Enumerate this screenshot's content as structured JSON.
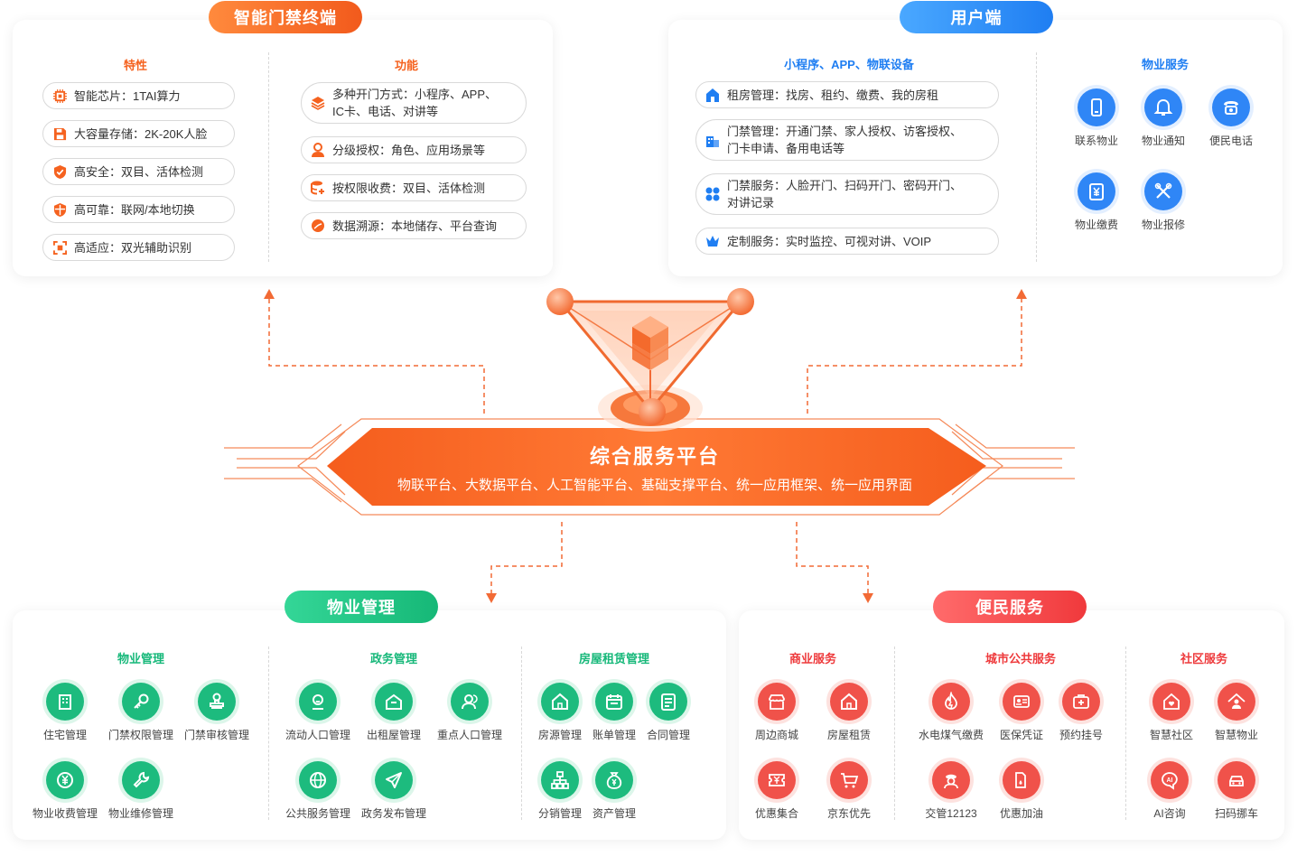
{
  "terminal": {
    "title": "智能门禁终端",
    "features_title": "特性",
    "features": [
      "智能芯片：1TAI算力",
      "大容量存储：2K-20K人脸",
      "高安全：双目、活体检测",
      "高可靠：联网/本地切换",
      "高适应：双光辅助识别"
    ],
    "functions_title": "功能",
    "functions": [
      {
        "line1": "多种开门方式：小程序、APP、",
        "line2": "IC卡、电话、对讲等"
      },
      {
        "line1": "分级授权：角色、应用场景等",
        "line2": ""
      },
      {
        "line1": "按权限收费：双目、活体检测",
        "line2": ""
      },
      {
        "line1": "数据溯源：本地储存、平台查询",
        "line2": ""
      }
    ]
  },
  "user": {
    "title": "用户端",
    "apps_title": "小程序、APP、物联设备",
    "apps": [
      {
        "line1": "租房管理：找房、租约、缴费、我的房租",
        "line2": ""
      },
      {
        "line1": "门禁管理：开通门禁、家人授权、访客授权、",
        "line2": "门卡申请、备用电话等"
      },
      {
        "line1": "门禁服务：人脸开门、扫码开门、密码开门、",
        "line2": "对讲记录"
      },
      {
        "line1": "定制服务：实时监控、可视对讲、VOIP",
        "line2": ""
      }
    ],
    "property_title": "物业服务",
    "property": [
      "联系物业",
      "物业通知",
      "便民电话",
      "物业缴费",
      "物业报修"
    ]
  },
  "platform": {
    "title": "综合服务平台",
    "subtitle": "物联平台、大数据平台、人工智能平台、基础支撑平台、统一应用框架、统一应用界面"
  },
  "mgmt": {
    "title": "物业管理",
    "col1_title": "物业管理",
    "col1": [
      "住宅管理",
      "门禁权限管理",
      "门禁审核管理",
      "物业收费管理",
      "物业维修管理"
    ],
    "col2_title": "政务管理",
    "col2": [
      "流动人口管理",
      "出租屋管理",
      "重点人口管理",
      "公共服务管理",
      "政务发布管理"
    ],
    "col3_title": "房屋租赁管理",
    "col3": [
      "房源管理",
      "账单管理",
      "合同管理",
      "分销管理",
      "资产管理"
    ]
  },
  "service": {
    "title": "便民服务",
    "col1_title": "商业服务",
    "col1": [
      "周边商城",
      "房屋租赁",
      "优惠集合",
      "京东优先"
    ],
    "col2_title": "城市公共服务",
    "col2": [
      "水电煤气缴费",
      "医保凭证",
      "预约挂号",
      "交管12123",
      "优惠加油"
    ],
    "col3_title": "社区服务",
    "col3": [
      "智慧社区",
      "智慧物业",
      "AI咨询",
      "扫码挪车"
    ]
  },
  "colors": {
    "orange": "#f5621f",
    "blue": "#1f7ef2",
    "green": "#17b87a",
    "red": "#ee3a3c"
  }
}
